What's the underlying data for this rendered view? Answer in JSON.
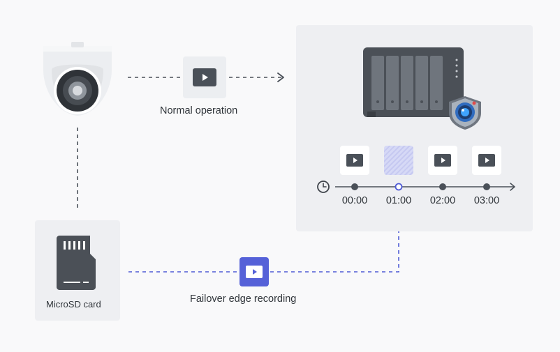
{
  "labels": {
    "normal_operation": "Normal operation",
    "microsd_card": "MicroSD card",
    "failover": "Failover edge recording"
  },
  "timeline": {
    "times": [
      "00:00",
      "01:00",
      "02:00",
      "03:00"
    ],
    "segments": [
      {
        "time": "00:00",
        "state": "recorded"
      },
      {
        "time": "01:00",
        "state": "gap"
      },
      {
        "time": "02:00",
        "state": "recorded"
      },
      {
        "time": "03:00",
        "state": "recorded"
      }
    ]
  },
  "icons": {
    "camera": "dome-camera-icon",
    "nas": "nas-server-icon",
    "surveillance_badge": "surveillance-camera-badge-icon",
    "clock": "clock-icon",
    "video": "video-play-icon",
    "sd_card": "microsd-card-icon"
  },
  "colors": {
    "normal_line": "#4a5058",
    "failover_line": "#4f5bd5",
    "failover_icon_bg": "#5561d8",
    "gap_tile": "#c9ccf2"
  }
}
